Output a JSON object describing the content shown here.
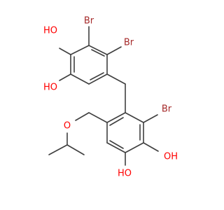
{
  "molecule": {
    "atom_labels": {
      "br_top_left": "Br",
      "br_top_right": "Br",
      "oh_top_left": "HO",
      "oh_mid_left": "HO",
      "ether_o": "O",
      "br_right": "Br",
      "oh_right": "OH",
      "oh_bottom": "HO"
    },
    "colors": {
      "bond": "#3f3f3f",
      "bromine": "#a52a2a",
      "oxygen": "#ff0000"
    }
  }
}
